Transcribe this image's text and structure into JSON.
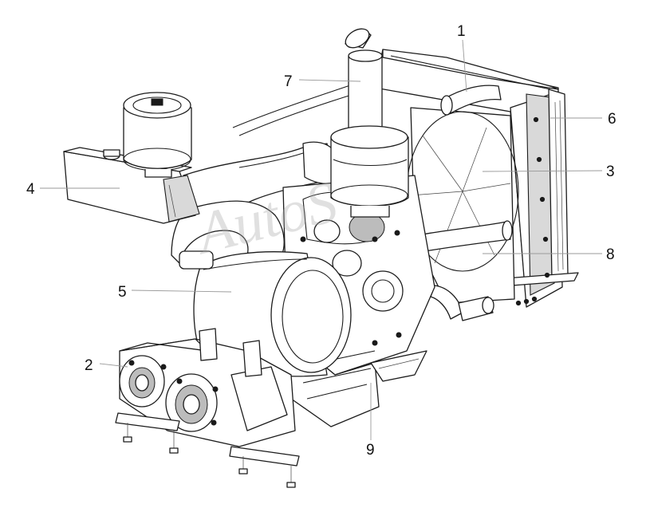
{
  "diagram": {
    "callouts": [
      {
        "id": "1",
        "label": "1"
      },
      {
        "id": "2",
        "label": "2"
      },
      {
        "id": "3",
        "label": "3"
      },
      {
        "id": "4",
        "label": "4"
      },
      {
        "id": "5",
        "label": "5"
      },
      {
        "id": "6",
        "label": "6"
      },
      {
        "id": "7",
        "label": "7"
      },
      {
        "id": "8",
        "label": "8"
      },
      {
        "id": "9",
        "label": "9"
      }
    ],
    "watermark": "AutoS"
  }
}
